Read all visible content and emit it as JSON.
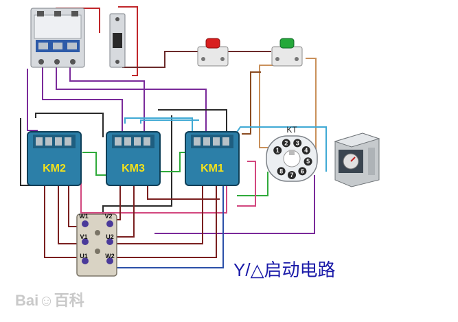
{
  "contactors": [
    {
      "label": "KM2"
    },
    {
      "label": "KM3"
    },
    {
      "label": "KM1"
    }
  ],
  "timer": {
    "label": "KT",
    "pins": [
      "1",
      "2",
      "3",
      "4",
      "5",
      "6",
      "7",
      "8"
    ]
  },
  "terminals": {
    "labels": [
      "W1",
      "V2",
      "V1",
      "U2",
      "U1",
      "W2"
    ]
  },
  "title": "Y/△启动电路",
  "watermark": "Bai☺百科",
  "buttons": [
    {
      "color": "#d81e1e"
    },
    {
      "color": "#25a83a"
    }
  ],
  "colors": {
    "contactor_body": "#2c7fa8",
    "contactor_label": "#f4e21a",
    "breaker": "#cfd3d8"
  }
}
